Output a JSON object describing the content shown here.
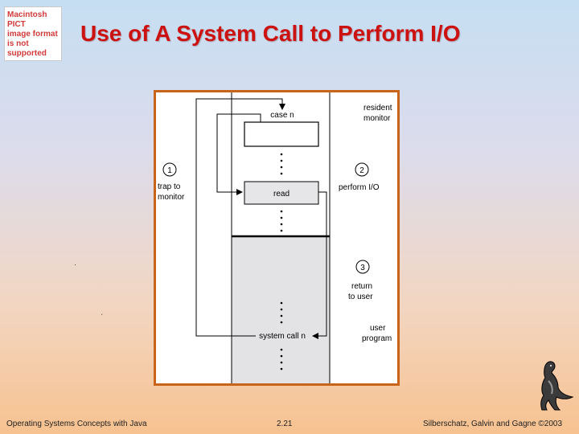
{
  "placeholder_image": {
    "lines": [
      "Macintosh PICT",
      "image format",
      "is not supported"
    ]
  },
  "slide": {
    "title": "Use of A System Call to Perform I/O"
  },
  "diagram": {
    "case_label": "case n",
    "read_label": "read",
    "syscall_label": "system call n",
    "resident_monitor": [
      "resident",
      "monitor"
    ],
    "user_program": [
      "user",
      "program"
    ],
    "steps": [
      {
        "number": "1",
        "label": [
          "trap to",
          "monitor"
        ]
      },
      {
        "number": "2",
        "label": [
          "perform I/O"
        ]
      },
      {
        "number": "3",
        "label": [
          "return",
          "to user"
        ]
      }
    ]
  },
  "footer": {
    "left": "Operating Systems Concepts with Java",
    "center": "2.21",
    "right": "Silberschatz, Galvin and Gagne ©2003"
  },
  "colors": {
    "title": "#cc1111",
    "frame_border": "#c8641a",
    "user_region": "#e3e3e6"
  }
}
